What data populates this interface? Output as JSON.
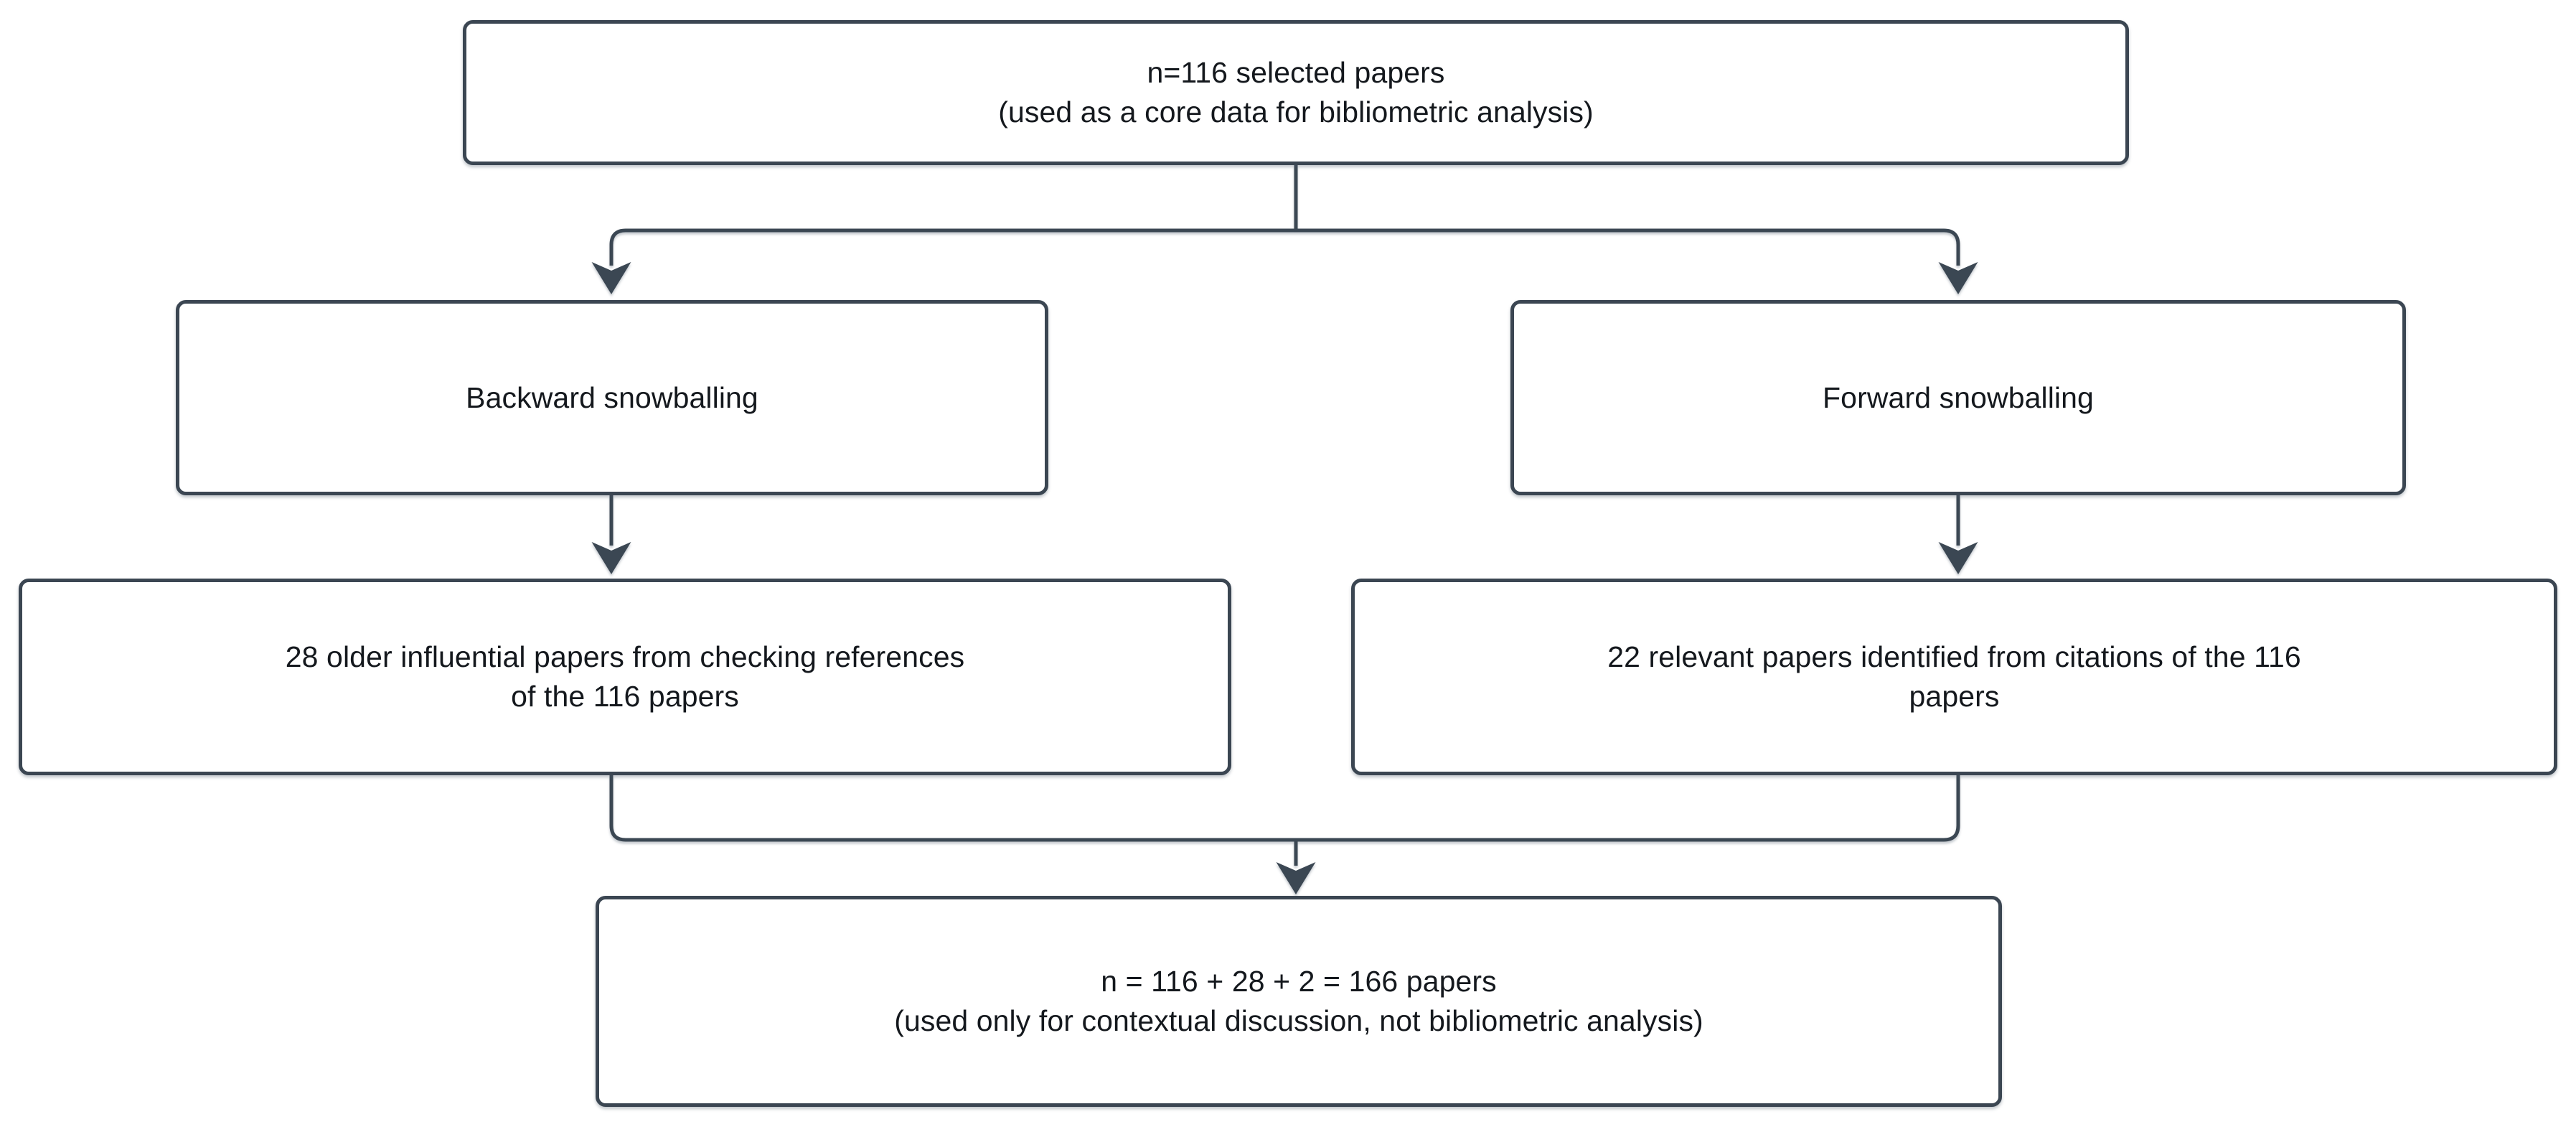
{
  "diagram": {
    "title": "Snowballing paper selection flow",
    "stroke_color": "#3b4652",
    "box_fill": "#ffffff",
    "text_color": "#14181d",
    "background": "#ffffff"
  },
  "nodes": {
    "core": {
      "id": "core-papers",
      "line1": "n=116 selected papers",
      "line2": "(used as a core  data for bibliometric analysis)",
      "text": "n=116 selected papers\n(used as a core  data for bibliometric analysis)"
    },
    "backward": {
      "id": "backward-snowballing",
      "text": "Backward snowballing"
    },
    "forward": {
      "id": "forward-snowballing",
      "text": "Forward snowballing"
    },
    "backward_result": {
      "id": "backward-result",
      "text": "28 older influential papers from checking references\nof the 116 papers"
    },
    "forward_result": {
      "id": "forward-result",
      "text": "22 relevant papers identified from citations of the 116\npapers"
    },
    "total": {
      "id": "total-papers",
      "line1": "n = 116 + 28 + 2 = 166 papers",
      "line2": "(used only for contextual discussion, not bibliometric analysis)",
      "text": "n = 116 + 28 + 2 = 166 papers\n(used only for contextual discussion, not bibliometric analysis)"
    }
  },
  "edges": [
    {
      "id": "core-to-backward",
      "from": "core",
      "to": "backward",
      "arrow": "down"
    },
    {
      "id": "core-to-forward",
      "from": "core",
      "to": "forward",
      "arrow": "down"
    },
    {
      "id": "backward-to-backward-result",
      "from": "backward",
      "to": "backward_result",
      "arrow": "down"
    },
    {
      "id": "forward-to-forward-result",
      "from": "forward",
      "to": "forward_result",
      "arrow": "down"
    },
    {
      "id": "backward-result-to-total",
      "from": "backward_result",
      "to": "total",
      "arrow": "down"
    },
    {
      "id": "forward-result-to-total",
      "from": "forward_result",
      "to": "total",
      "arrow": "down"
    }
  ]
}
